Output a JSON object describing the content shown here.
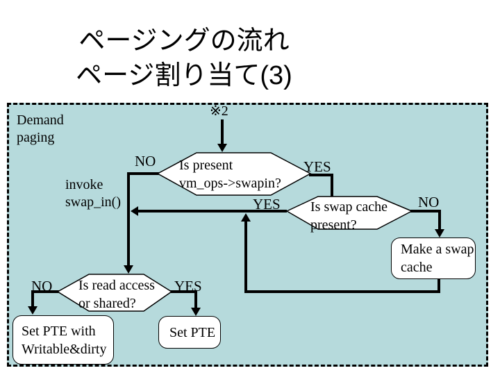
{
  "slide": {
    "title_line1": "ページングの流れ",
    "title_line2": "ページ割り当て(3)"
  },
  "flowchart": {
    "background_color": "#b6dadc",
    "ref_mark": "※2",
    "labels": {
      "demand_paging": "Demand\npaging",
      "invoke_swap_in": "invoke\nswap_in()"
    },
    "decisions": {
      "is_present": "Is present\nvm_ops->swapin?",
      "is_swap_cache": "Is swap cache\npresent?",
      "is_read_access": "Is read access\nor shared?"
    },
    "branches": {
      "present_no": "NO",
      "present_yes": "YES",
      "swap_cache_yes": "YES",
      "swap_cache_no": "NO",
      "read_access_no": "NO",
      "read_access_yes": "YES"
    },
    "processes": {
      "make_swap_cache": "Make a swap\ncache",
      "set_pte_writable": "Set PTE with\nWritable&dirty",
      "set_pte": "Set PTE"
    }
  }
}
